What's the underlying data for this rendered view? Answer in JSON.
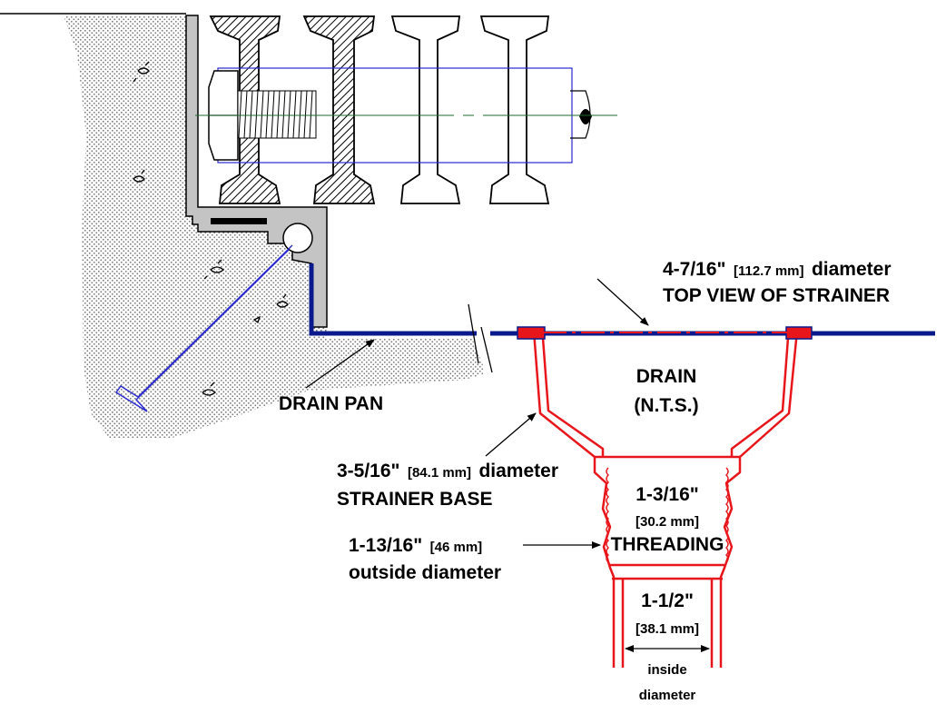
{
  "labels": {
    "top_view_dim": "4-7/16\"",
    "top_view_mm": "[112.7 mm]",
    "top_view_suffix": "diameter",
    "top_view_caption": "TOP VIEW OF STRAINER",
    "drain": "DRAIN",
    "drain_nts": "(N.T.S.)",
    "drain_pan": "DRAIN PAN",
    "base_dim": "3-5/16\"",
    "base_mm": "[84.1 mm]",
    "base_suffix": "diameter",
    "base_caption": "STRAINER BASE",
    "thread_dim": "1-3/16\"",
    "thread_mm": "[30.2 mm]",
    "thread_caption": "THREADING",
    "od_dim": "1-13/16\"",
    "od_mm": "[46 mm]",
    "od_caption": "outside diameter",
    "id_dim": "1-1/2\"",
    "id_mm": "[38.1 mm]",
    "id_caption_1": "inside",
    "id_caption_2": "diameter"
  },
  "colors": {
    "drain": "#e8161b",
    "pan": "#0a1a8c",
    "wall": "#c4c4c4",
    "pipe": "#2a2ad0",
    "centerline": "#1e6e2e"
  }
}
